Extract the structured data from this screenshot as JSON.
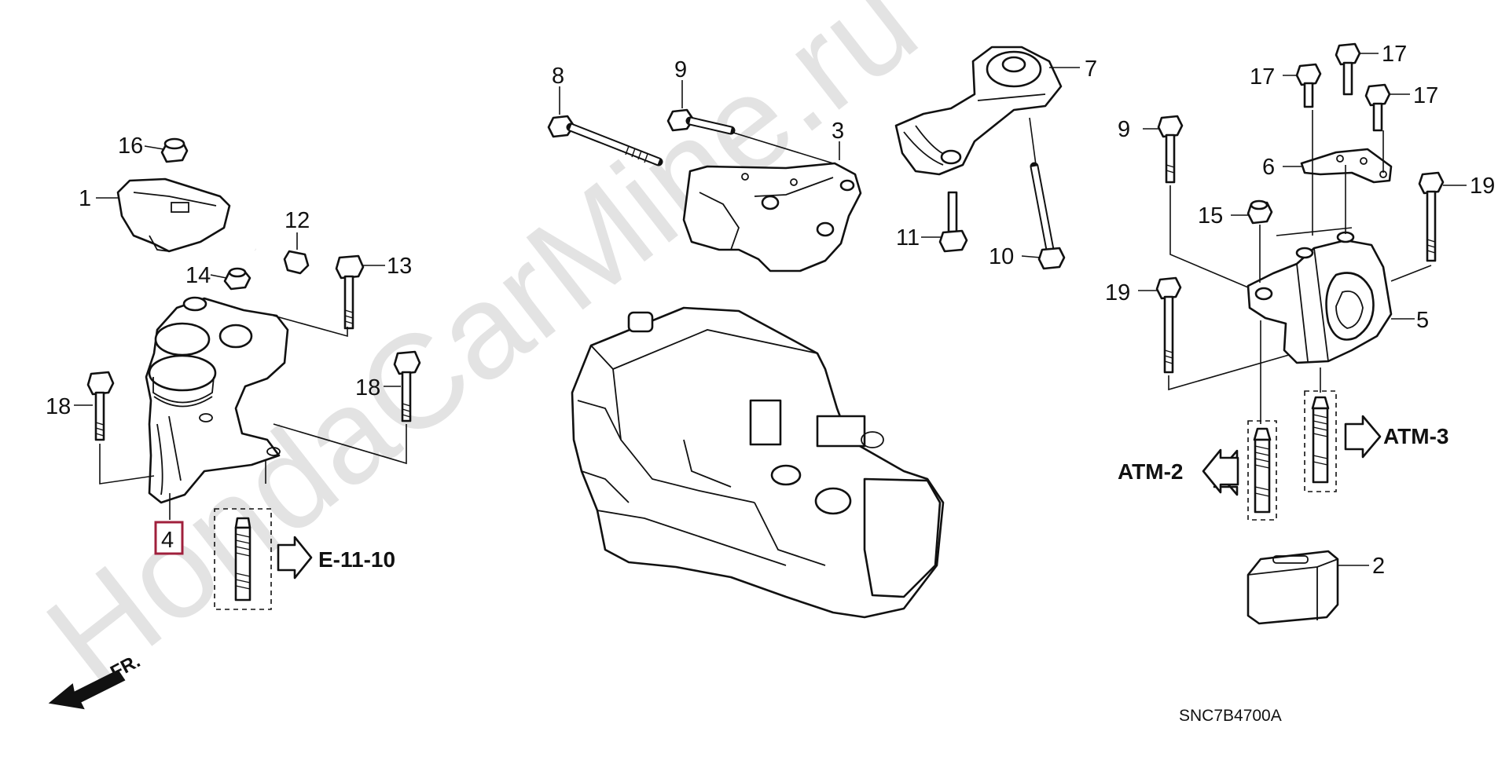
{
  "watermark": "HondaCarMine.ru",
  "diagram_code": "SNC7B4700A",
  "front_label": "FR.",
  "refs": {
    "e_11_10": "E-11-10",
    "atm_2": "ATM-2",
    "atm_3": "ATM-3"
  },
  "callouts": {
    "n1": "1",
    "n2": "2",
    "n3": "3",
    "n4": "4",
    "n5": "5",
    "n6": "6",
    "n7": "7",
    "n8": "8",
    "n9a": "9",
    "n9b": "9",
    "n10": "10",
    "n11": "11",
    "n12": "12",
    "n13": "13",
    "n14": "14",
    "n15": "15",
    "n16": "16",
    "n17a": "17",
    "n17b": "17",
    "n17c": "17",
    "n18a": "18",
    "n18b": "18",
    "n19a": "19",
    "n19b": "19"
  },
  "colors": {
    "highlight_box": "#a0203c",
    "line": "#111111",
    "watermark": "#e3e3e3"
  }
}
